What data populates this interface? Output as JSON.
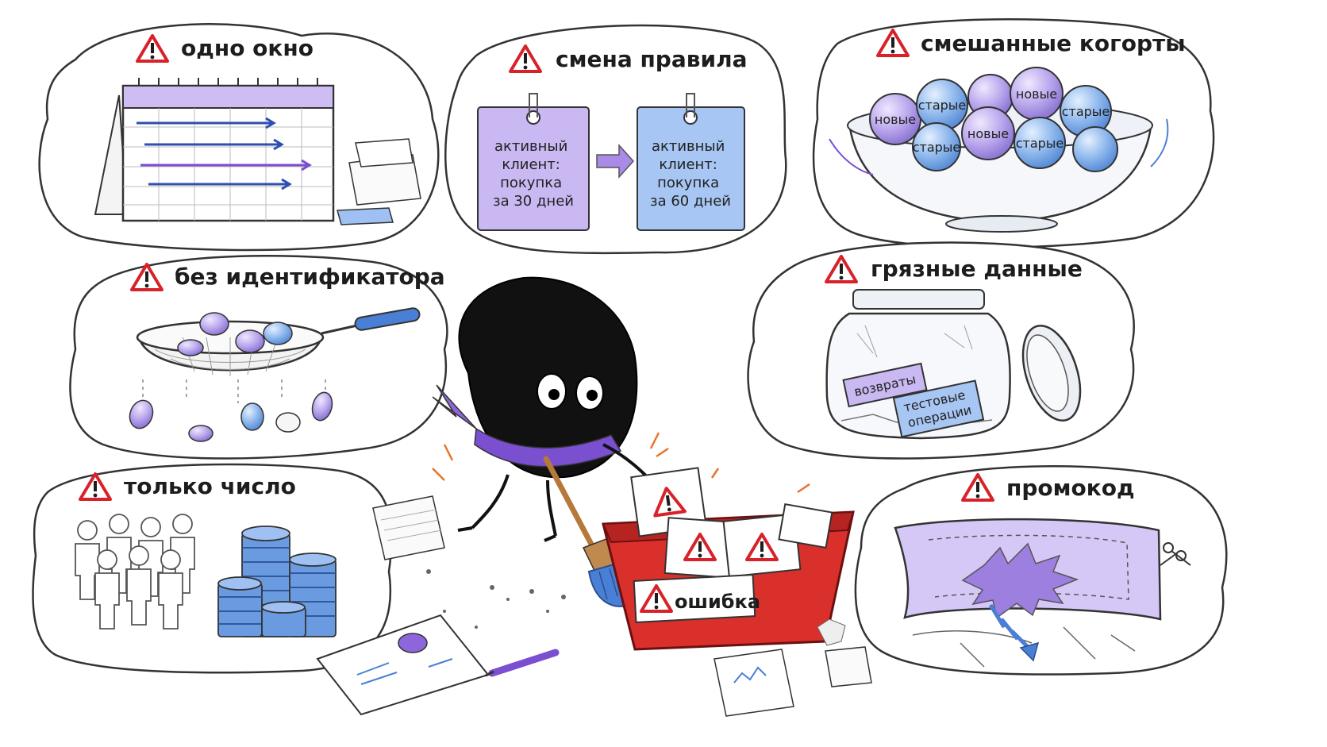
{
  "panels": {
    "one_window": {
      "title": "одно окно"
    },
    "rule_change": {
      "title": "смена правила",
      "card_left": [
        "активный",
        "клиент:",
        "покупка",
        "за 30 дней"
      ],
      "card_right": [
        "активный",
        "клиент:",
        "покупка",
        "за 60 дней"
      ]
    },
    "mixed_cohorts": {
      "title": "смешанные когорты",
      "balls": [
        "новые",
        "старые",
        "новые",
        "старые",
        "новые",
        "старые",
        "старые"
      ]
    },
    "no_identifier": {
      "title": "без идентификатора"
    },
    "dirty_data": {
      "title": "грязные данные",
      "label_returns": "возвраты",
      "label_test": [
        "тестовые",
        "операции"
      ]
    },
    "only_number": {
      "title": "только число"
    },
    "promocode": {
      "title": "промокод"
    }
  },
  "center": {
    "error_label": "ошибка"
  },
  "colors": {
    "purple": "#b9a6ec",
    "blue": "#6a9be0",
    "warning_red": "#d8222a",
    "basket_red": "#d9302c",
    "ink": "#1d1d1d"
  }
}
